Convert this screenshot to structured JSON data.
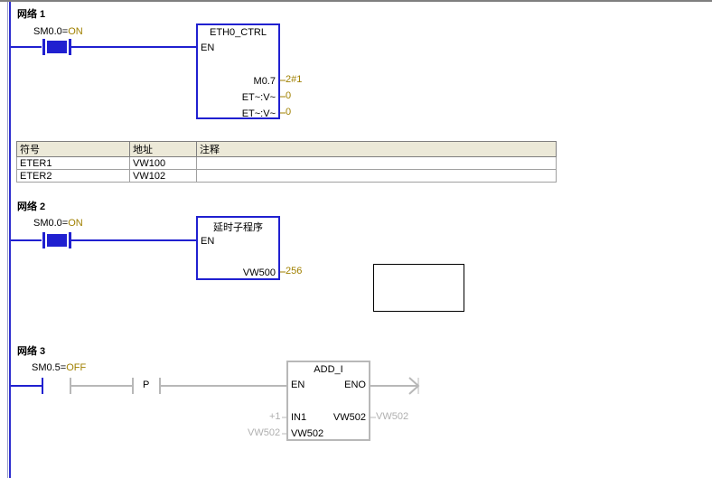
{
  "networks": [
    {
      "title": "网络 1",
      "contact": {
        "name": "SM0.0",
        "eq": "=",
        "state": "ON"
      },
      "box": {
        "title": "ETH0_CTRL",
        "en": "EN",
        "outputs": [
          {
            "pin": "M0.7",
            "value": "2#1"
          },
          {
            "pin": "ET~:V~",
            "value": "0"
          },
          {
            "pin": "ET~:V~",
            "value": "0"
          }
        ]
      }
    },
    {
      "title": "网络 2",
      "contact": {
        "name": "SM0.0",
        "eq": "=",
        "state": "ON"
      },
      "box": {
        "title": "延时子程序",
        "en": "EN",
        "outputs": [
          {
            "pin": "VW500",
            "value": "256"
          }
        ]
      }
    },
    {
      "title": "网络 3",
      "contact": {
        "name": "SM0.5",
        "eq": "=",
        "state": "OFF"
      },
      "p_contact": "P",
      "box": {
        "title": "ADD_I",
        "en": "EN",
        "eno": "ENO",
        "in1_pin": "IN1",
        "in1_value": "+1",
        "in2_pin": "VW502",
        "in2_value": "VW502",
        "out_pin": "VW502",
        "out_value": "VW502"
      }
    }
  ],
  "symbol_table": {
    "headers": [
      "符号",
      "地址",
      "注释"
    ],
    "rows": [
      [
        "ETER1",
        "VW100",
        ""
      ],
      [
        "ETER2",
        "VW102",
        ""
      ]
    ]
  },
  "colors": {
    "wire_active": "#2020d0",
    "wire_inactive": "#b8b8b8",
    "value": "#a08000"
  }
}
